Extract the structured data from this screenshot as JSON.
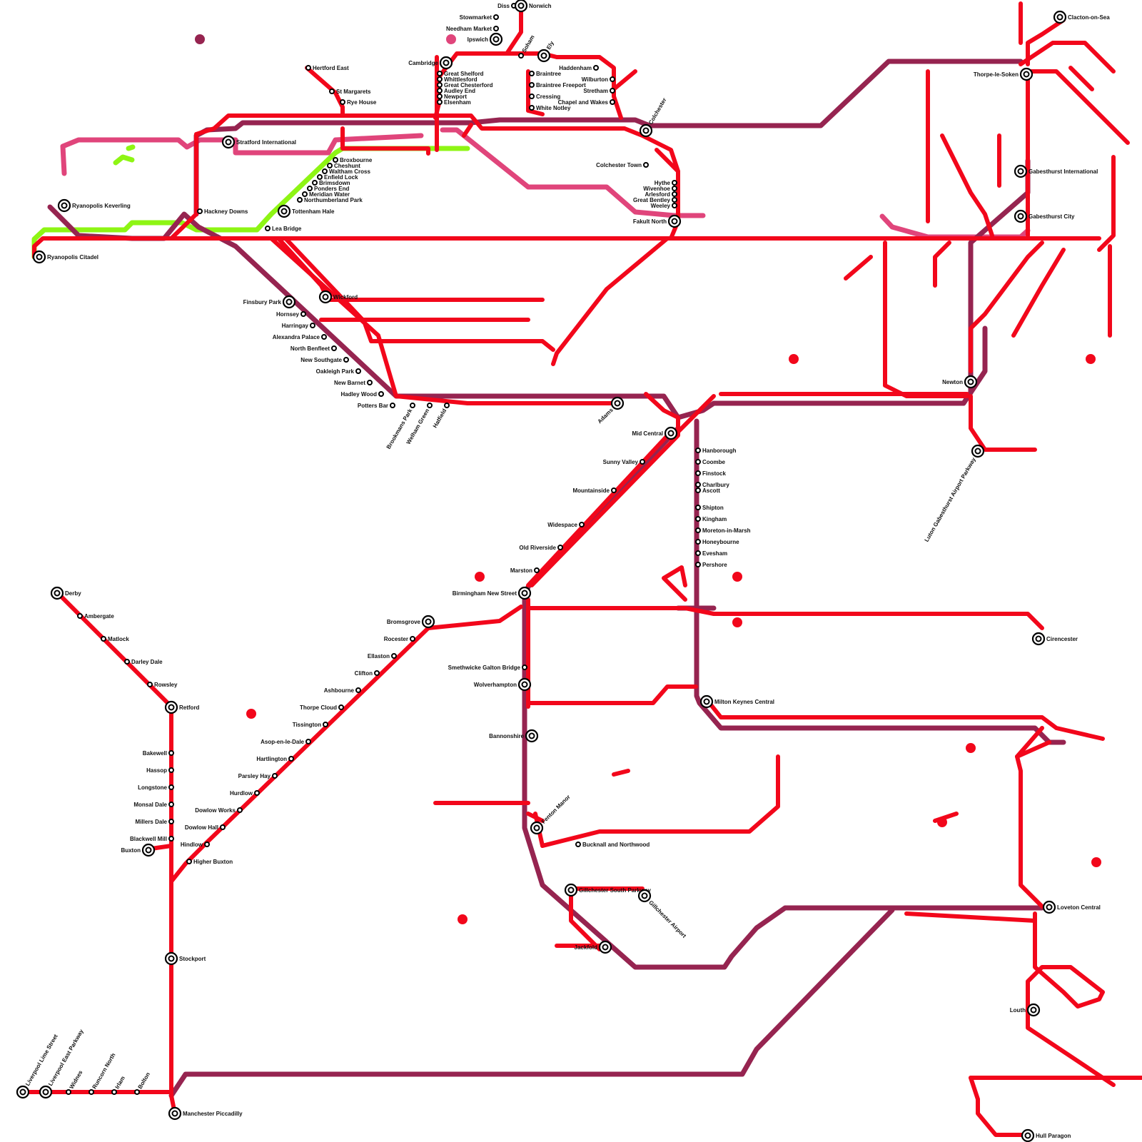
{
  "lines": {
    "mainline": {
      "color": "#f2071b"
    },
    "express": {
      "color": "#962450"
    },
    "airport": {
      "color": "#e0457b"
    },
    "green": {
      "color": "#8ef514"
    }
  },
  "stations": [
    {
      "name": "Diss"
    },
    {
      "name": "Norwich"
    },
    {
      "name": "Stowmarket"
    },
    {
      "name": "Needham Market"
    },
    {
      "name": "Ipswich"
    },
    {
      "name": "Soham"
    },
    {
      "name": "Ely"
    },
    {
      "name": "Cambridge"
    },
    {
      "name": "Hertford East"
    },
    {
      "name": "St Margarets"
    },
    {
      "name": "Rye House"
    },
    {
      "name": "Great Shelford"
    },
    {
      "name": "Whittlesford"
    },
    {
      "name": "Great Chesterford"
    },
    {
      "name": "Audley End"
    },
    {
      "name": "Newport"
    },
    {
      "name": "Elsenham"
    },
    {
      "name": "Braintree"
    },
    {
      "name": "Braintree Freeport"
    },
    {
      "name": "Cressing"
    },
    {
      "name": "White Notley"
    },
    {
      "name": "Haddenham"
    },
    {
      "name": "Wilburton"
    },
    {
      "name": "Stretham"
    },
    {
      "name": "Chapel and Wakes"
    },
    {
      "name": "Stratford International"
    },
    {
      "name": "Colchester"
    },
    {
      "name": "Colchester Town"
    },
    {
      "name": "Hythe"
    },
    {
      "name": "Wivenhoe"
    },
    {
      "name": "Arlesford"
    },
    {
      "name": "Great Bentley"
    },
    {
      "name": "Weeley"
    },
    {
      "name": "Fakult North"
    },
    {
      "name": "Ryanopolis Keverling"
    },
    {
      "name": "Ryanopolis Citadel"
    },
    {
      "name": "Hackney Downs"
    },
    {
      "name": "Tottenham Hale"
    },
    {
      "name": "Lea Bridge"
    },
    {
      "name": "Broxbourne"
    },
    {
      "name": "Cheshunt"
    },
    {
      "name": "Waltham Cross"
    },
    {
      "name": "Enfield Lock"
    },
    {
      "name": "Brimsdown"
    },
    {
      "name": "Ponders End"
    },
    {
      "name": "Meridian Water"
    },
    {
      "name": "Northumberland Park"
    },
    {
      "name": "Wickford"
    },
    {
      "name": "Finsbury Park"
    },
    {
      "name": "Hornsey"
    },
    {
      "name": "Harringay"
    },
    {
      "name": "Alexandra Palace"
    },
    {
      "name": "North Benfleet"
    },
    {
      "name": "New Southgate"
    },
    {
      "name": "Oakleigh Park"
    },
    {
      "name": "New Barnet"
    },
    {
      "name": "Hadley Wood"
    },
    {
      "name": "Potters Bar"
    },
    {
      "name": "Brookmans Park"
    },
    {
      "name": "Welham Green"
    },
    {
      "name": "Hatfield"
    },
    {
      "name": "Adams"
    },
    {
      "name": "Mid Central"
    },
    {
      "name": "Hanborough"
    },
    {
      "name": "Coombe"
    },
    {
      "name": "Finstock"
    },
    {
      "name": "Charlbury"
    },
    {
      "name": "Ascott"
    },
    {
      "name": "Shipton"
    },
    {
      "name": "Kingham"
    },
    {
      "name": "Moreton-in-Marsh"
    },
    {
      "name": "Honeybourne"
    },
    {
      "name": "Evesham"
    },
    {
      "name": "Pershore"
    },
    {
      "name": "Sunny Valley"
    },
    {
      "name": "Mountainside"
    },
    {
      "name": "Widespace"
    },
    {
      "name": "Old Riverside"
    },
    {
      "name": "Marston"
    },
    {
      "name": "Birmingham New Street"
    },
    {
      "name": "Bromsgrove"
    },
    {
      "name": "Rocester"
    },
    {
      "name": "Ellaston"
    },
    {
      "name": "Clifton"
    },
    {
      "name": "Ashbourne"
    },
    {
      "name": "Thorpe Cloud"
    },
    {
      "name": "Tissington"
    },
    {
      "name": "Asop-en-le-Dale"
    },
    {
      "name": "Hartlington"
    },
    {
      "name": "Parsley Hay"
    },
    {
      "name": "Hurdlow"
    },
    {
      "name": "Dowlow Works"
    },
    {
      "name": "Dowlow Hall"
    },
    {
      "name": "Hindlow"
    },
    {
      "name": "Higher Buxton"
    },
    {
      "name": "Buxton"
    },
    {
      "name": "Derby"
    },
    {
      "name": "Ambergate"
    },
    {
      "name": "Matlock"
    },
    {
      "name": "Darley Dale"
    },
    {
      "name": "Rowsley"
    },
    {
      "name": "Retford"
    },
    {
      "name": "Bakewell"
    },
    {
      "name": "Hassop"
    },
    {
      "name": "Longstone"
    },
    {
      "name": "Monsal Dale"
    },
    {
      "name": "Millers Dale"
    },
    {
      "name": "Blackwell Mill"
    },
    {
      "name": "Stockport"
    },
    {
      "name": "Manchester Piccadilly"
    },
    {
      "name": "Liverpool Lime Street"
    },
    {
      "name": "Liverpool East Parkway"
    },
    {
      "name": "Widnes"
    },
    {
      "name": "Runcorn North"
    },
    {
      "name": "Irlam"
    },
    {
      "name": "Bolton"
    },
    {
      "name": "Smethwicke Galton Bridge"
    },
    {
      "name": "Wolverhampton"
    },
    {
      "name": "Bannonshire"
    },
    {
      "name": "Milton Keynes Central"
    },
    {
      "name": "Cirencester"
    },
    {
      "name": "Loveton Central"
    },
    {
      "name": "Louth"
    },
    {
      "name": "Hull Paragon"
    },
    {
      "name": "Clacton-on-Sea"
    },
    {
      "name": "Thorpe-le-Soken"
    },
    {
      "name": "Gabesthurst International"
    },
    {
      "name": "Gabesthurst City"
    },
    {
      "name": "Newton"
    },
    {
      "name": "Luton Gabesthurst Airport Parkway"
    },
    {
      "name": "Gillchester South Parkway"
    },
    {
      "name": "Gillchester Airport"
    },
    {
      "name": "Jackfold"
    },
    {
      "name": "Bucknall and Northwood"
    },
    {
      "name": "Fenton Manor"
    }
  ],
  "zoom": ""
}
